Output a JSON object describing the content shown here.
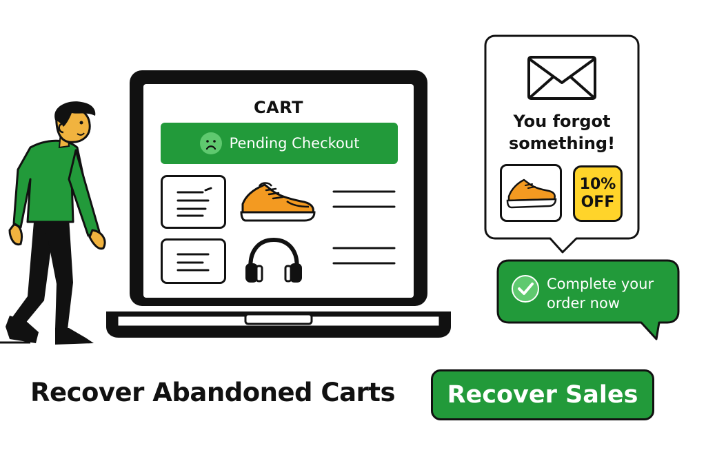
{
  "cart": {
    "title": "CART",
    "status_label": "Pending Checkout",
    "items": [
      {
        "icon": "sneaker-icon"
      },
      {
        "icon": "headphones-icon"
      }
    ]
  },
  "email_notification": {
    "icon": "envelope-icon",
    "message_line1": "You forgot",
    "message_line2": "something!",
    "product_icon": "sneaker-icon",
    "discount_line1": "10%",
    "discount_line2": "OFF"
  },
  "reminder": {
    "icon": "check-circle-icon",
    "line1": "Complete your",
    "line2": "order now"
  },
  "headline": "Recover Abandoned Carts",
  "cta": {
    "label": "Recover Sales"
  },
  "colors": {
    "brand_green": "#229a3a",
    "accent_yellow": "#ffd42a",
    "shoe_orange": "#f39a21",
    "skin": "#f1b33f",
    "outline": "#111111"
  }
}
